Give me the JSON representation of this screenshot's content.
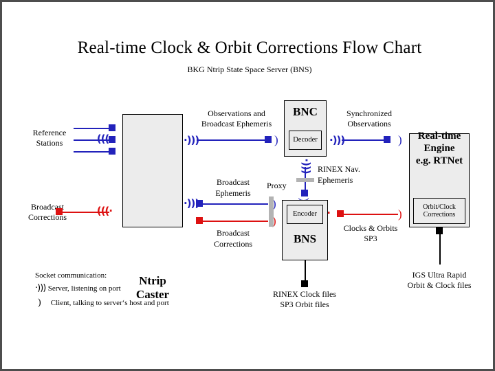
{
  "page": {
    "title": "Real-time Clock & Orbit Corrections Flow Chart",
    "subtitle": "BKG Ntrip State Space Server  (BNS)",
    "background": "#ffffff",
    "border_color": "#4d4d4d"
  },
  "colors": {
    "blue_flow": "#2222bb",
    "red_flow": "#dd1111",
    "black_flow": "#000000",
    "box_fill": "#ececec",
    "box_border": "#000000",
    "proxy_bar": "#b3b3b3"
  },
  "boxes": {
    "ntrip_caster": {
      "label": "Ntrip\nCaster",
      "line1": "Ntrip",
      "line2": "Caster"
    },
    "bnc": {
      "label": "BNC",
      "sub": "Decoder"
    },
    "bns": {
      "label": "BNS",
      "sub": "Encoder"
    },
    "rte": {
      "line1": "Real-time",
      "line2": "Engine",
      "line3": "e.g. RTNet",
      "sub_line1": "Orbit/Clock",
      "sub_line2": "Corrections"
    }
  },
  "labels": {
    "reference_stations_l1": "Reference",
    "reference_stations_l2": "Stations",
    "broadcast_corrections_out_l1": "Broadcast",
    "broadcast_corrections_out_l2": "Corrections",
    "observations_l1": "Observations and",
    "observations_l2": "Broadcast Ephemeris",
    "synchronized_l1": "Synchronized",
    "synchronized_l2": "Observations",
    "broadcast_ephemeris_l1": "Broadcast",
    "broadcast_ephemeris_l2": "Ephemeris",
    "broadcast_corrections_mid_l1": "Broadcast",
    "broadcast_corrections_mid_l2": "Corrections",
    "proxy": "Proxy",
    "rinex_nav_l1": "RINEX Nav.",
    "rinex_nav_l2": "Ephemeris",
    "clocks_orbits_l1": "Clocks & Orbits",
    "clocks_orbits_l2": "SP3",
    "rinex_clock_files_l1": "RINEX Clock files",
    "rinex_clock_files_l2": "SP3 Orbit files",
    "igs_l1": "IGS Ultra Rapid",
    "igs_l2": "Orbit & Clock files"
  },
  "legend": {
    "heading": "Socket communication:",
    "server_glyph": "server-socket-icon",
    "server_text": "Server,  listening on port",
    "client_glyph": "client-socket-icon",
    "client_text": "Client, talking to server‘s host and port"
  },
  "glyphs": {
    "server": "·)))",
    "client": ")"
  }
}
